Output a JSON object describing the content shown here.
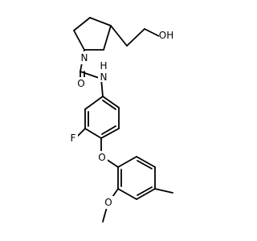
{
  "molecule": {
    "atoms": {
      "hydroxyl": "OH",
      "pyrrolidine_n": "N",
      "carbonyl_o": "O",
      "amide_nh": "N",
      "amide_h": "H",
      "fluorine": "F",
      "ether_o": "O",
      "methoxy_o": "O"
    }
  }
}
